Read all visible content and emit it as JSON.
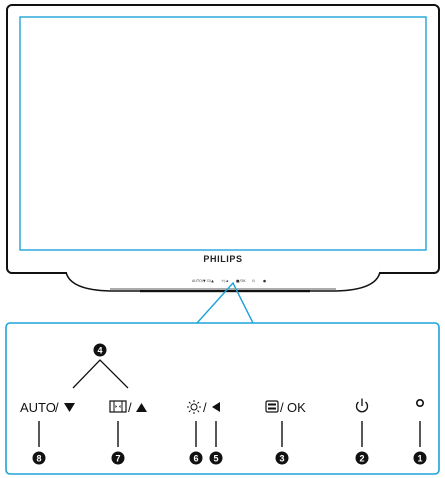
{
  "monitor": {
    "brand": "PHILIPS",
    "screen_color": "#1ea3d8",
    "callout_color": "#1ea3d8"
  },
  "bezel_buttons_micro": [
    "AUTO/▼",
    "⊡/▲",
    "☼/◄",
    "■/OK",
    "⏻",
    "●"
  ],
  "controls": [
    {
      "number": "8",
      "label": "AUTO",
      "icon": "down-triangle-icon"
    },
    {
      "number": "7",
      "label": "",
      "icon": "smartimage-icon"
    },
    {
      "number": "6",
      "label": "",
      "icon": "brightness-icon"
    },
    {
      "number": "5",
      "label": "",
      "icon": "left-triangle-icon"
    },
    {
      "number": "3",
      "label": "OK",
      "icon": "menu-icon"
    },
    {
      "number": "2",
      "label": "",
      "icon": "power-icon"
    },
    {
      "number": "1",
      "label": "",
      "icon": "power-led-icon"
    }
  ],
  "callout_4": {
    "number": "4",
    "icons": [
      "down-triangle-icon",
      "up-triangle-icon"
    ]
  }
}
